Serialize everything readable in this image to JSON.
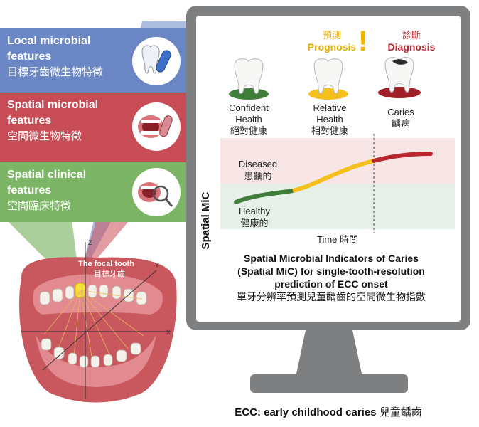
{
  "panels": {
    "local": {
      "en": "Local microbial features",
      "zh": "目標牙齒微生物特徵"
    },
    "spatial_microbial": {
      "en": "Spatial microbial features",
      "zh": "空間微生物特徵"
    },
    "spatial_clinical": {
      "en": "Spatial clinical features",
      "zh": "空間臨床特徵"
    }
  },
  "focal_tooth": {
    "en": "The focal tooth",
    "zh": "目標牙齒"
  },
  "axes3d": {
    "x": "X",
    "y": "Y",
    "z": "Z"
  },
  "prognosis": {
    "zh": "預測",
    "en": "Prognosis",
    "mark": "!"
  },
  "diagnosis": {
    "zh": "診斷",
    "en": "Diagnosis"
  },
  "stages": [
    {
      "en1": "Confident",
      "en2": "Health",
      "zh": "絕對健康"
    },
    {
      "en1": "Relative",
      "en2": "Health",
      "zh": "相對健康"
    },
    {
      "en1": "Caries",
      "en2": "",
      "zh": "齲病"
    }
  ],
  "chart": {
    "ylabel": "Spatial MiC",
    "xlabel": "Time 時間",
    "diseased": {
      "en": "Diseased",
      "zh": "患齲的"
    },
    "healthy": {
      "en": "Healthy",
      "zh": "健康的"
    }
  },
  "colors": {
    "blue": "#6a86c4",
    "red": "#c84c55",
    "green": "#7db567",
    "monitor": "#7e7f81",
    "curve_green": "#3f7d3a",
    "curve_yellow": "#f5c01e",
    "curve_red": "#b8282e"
  },
  "title": {
    "line1": "Spatial Microbial Indicators of Caries",
    "line2": "(Spatial MiC) for single-tooth-resolution",
    "line3": "prediction of ECC onset",
    "zh": "單牙分辨率預測兒童齲齒的空間微生物指數"
  },
  "footer": {
    "en": "ECC: early childhood caries",
    "zh": "兒童齲齒"
  }
}
